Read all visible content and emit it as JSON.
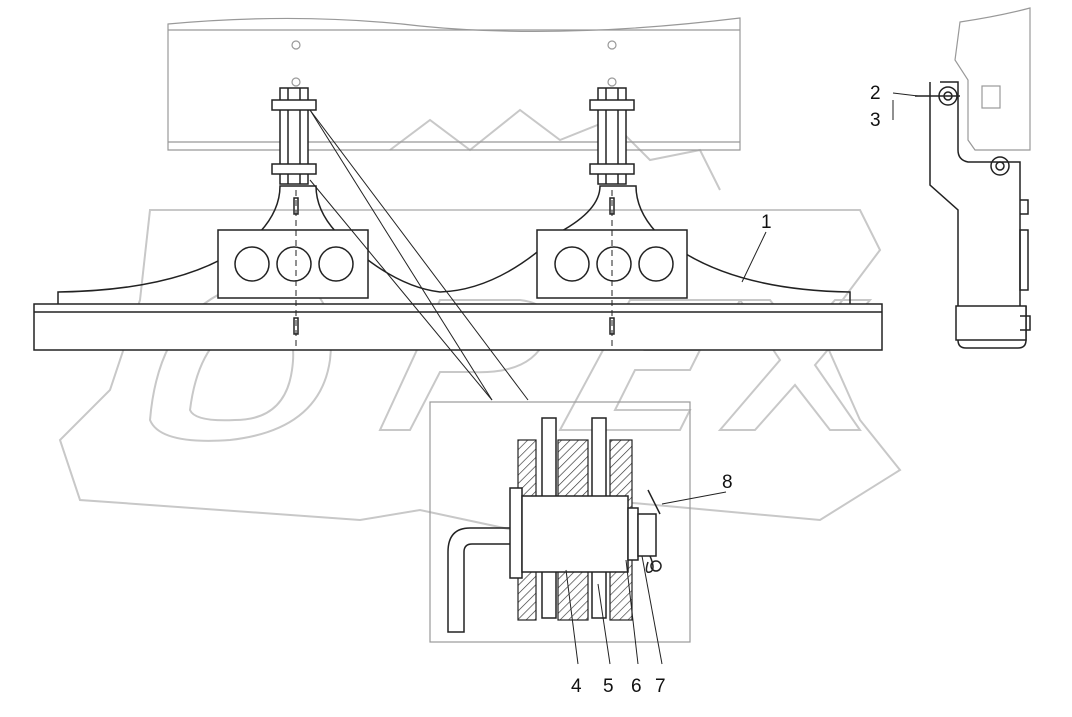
{
  "diagram": {
    "callouts": [
      {
        "id": "1",
        "text": "1"
      },
      {
        "id": "2",
        "text": "2"
      },
      {
        "id": "3",
        "text": "3"
      },
      {
        "id": "4",
        "text": "4"
      },
      {
        "id": "5",
        "text": "5"
      },
      {
        "id": "6",
        "text": "6"
      },
      {
        "id": "7",
        "text": "7"
      },
      {
        "id": "8",
        "text": "8"
      }
    ],
    "watermark": "OPEX",
    "colors": {
      "line": "#222222",
      "watermark": "#c8c8c8",
      "frame": "#999999",
      "background": "#ffffff"
    }
  }
}
